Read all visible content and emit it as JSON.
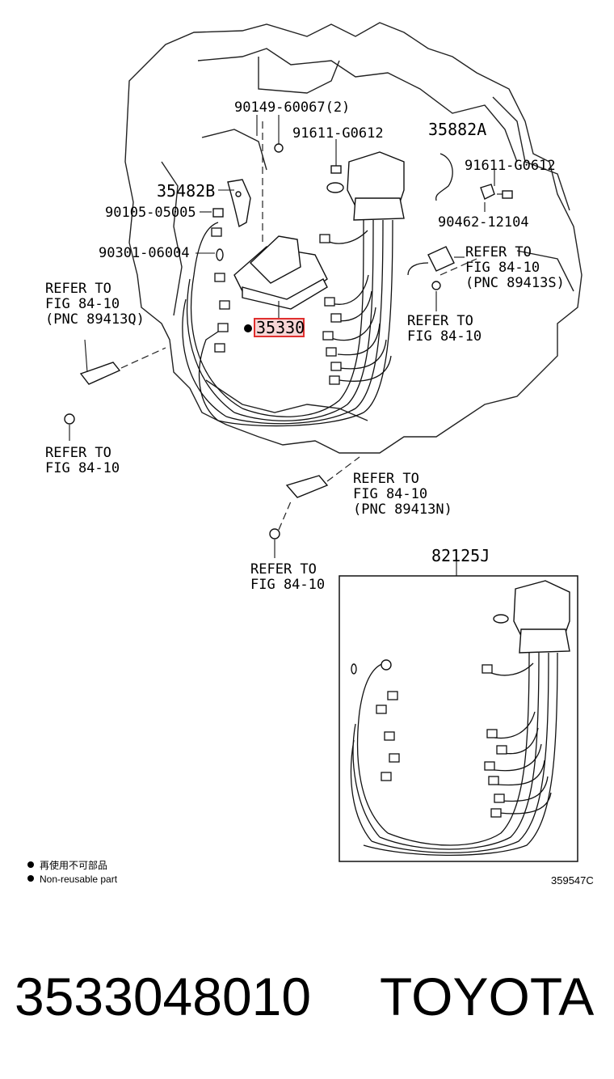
{
  "labels": {
    "bolt_top": "90149-60067(2)",
    "bolt_91611_a": "91611-G0612",
    "clamp_35882a": "35882A",
    "bolt_91611_b": "91611-G0612",
    "bracket_35482b": "35482B",
    "nut_90105": "90105-05005",
    "bracket_90462": "90462-12104",
    "ring_90301": "90301-06004",
    "main_part": "35330",
    "inset_title": "82125J"
  },
  "refer_left": [
    "REFER TO",
    "FIG 84-10",
    "(PNC 89413Q)"
  ],
  "refer_left_bolt": [
    "REFER TO",
    "FIG 84-10"
  ],
  "refer_right_top": [
    "REFER TO",
    "FIG 84-10",
    "(PNC 89413S)"
  ],
  "refer_right_bolt": [
    "REFER TO",
    "FIG 84-10"
  ],
  "refer_mid": [
    "REFER TO",
    "FIG 84-10",
    "(PNC 89413N)"
  ],
  "refer_mid_bolt": [
    "REFER TO",
    "FIG 84-10"
  ],
  "legend": {
    "zh": "再使用不可部品",
    "en": "Non-reusable part"
  },
  "diagram_code": "359547C",
  "footer": {
    "part_number": "3533048010",
    "brand": "TOYOTA"
  },
  "colors": {
    "highlight_border": "#e0302f",
    "highlight_fill": "#f7d6d6"
  }
}
